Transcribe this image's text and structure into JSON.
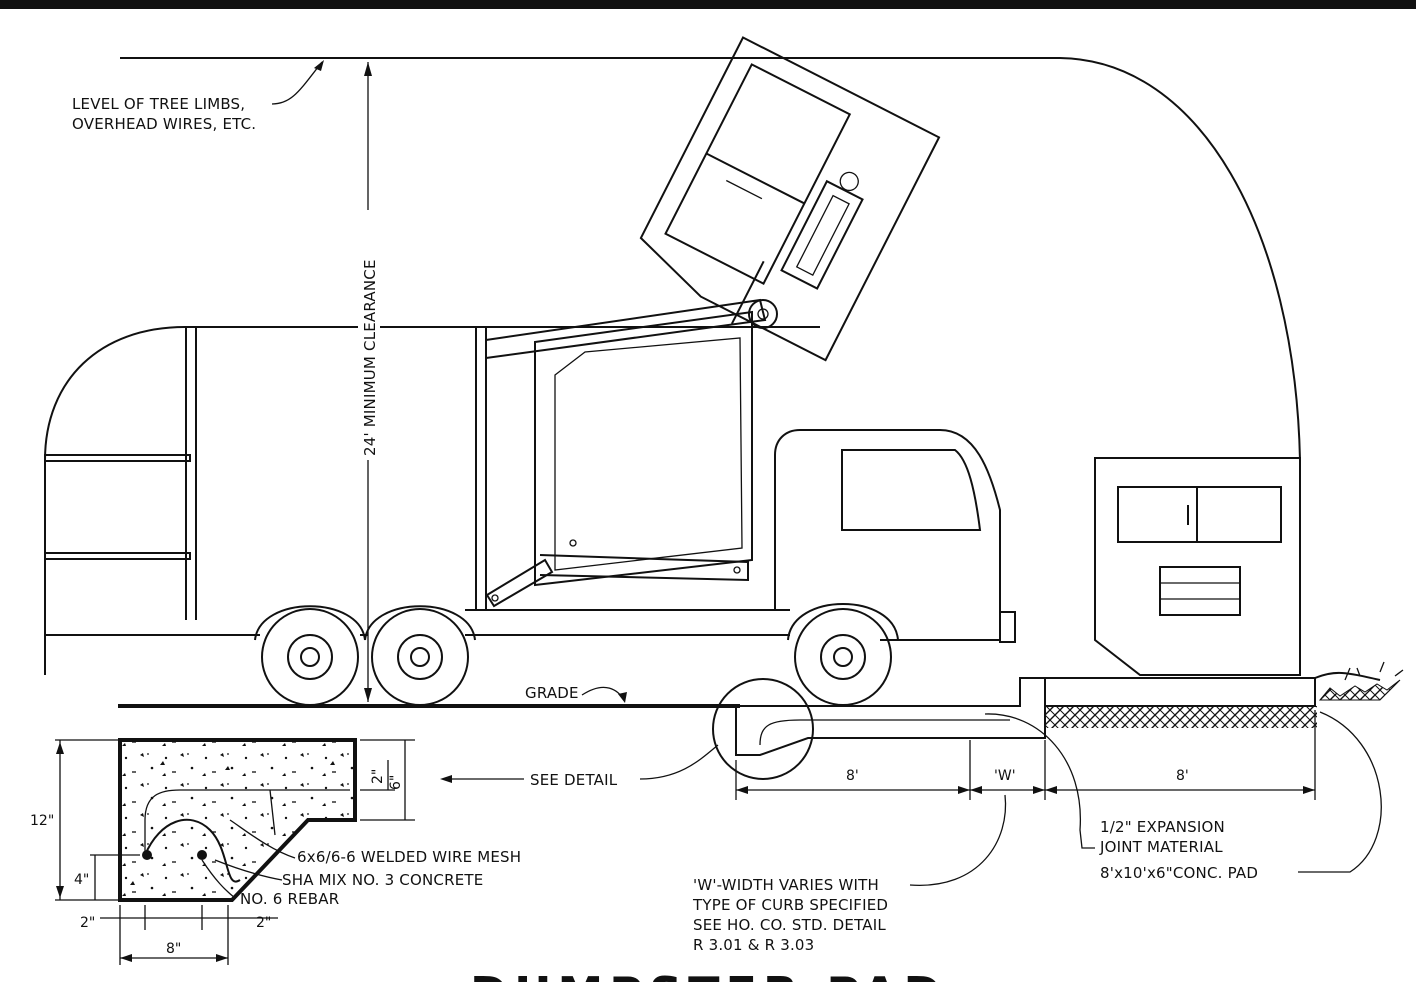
{
  "labels": {
    "tree_limbs_line1": "LEVEL OF TREE LIMBS,",
    "tree_limbs_line2": "OVERHEAD WIRES, ETC.",
    "clearance": "24' MINIMUM CLEARANCE",
    "grade": "GRADE",
    "see_detail": "SEE DETAIL",
    "wire_mesh": "6x6/6-6 WELDED WIRE MESH",
    "concrete": "SHA MIX NO. 3 CONCRETE",
    "rebar": "NO. 6 REBAR",
    "expansion_line1": "1/2\" EXPANSION",
    "expansion_line2": "JOINT MATERIAL",
    "conc_pad": "8'x10'x6\"CONC. PAD",
    "w_note_line1": "'W'-WIDTH VARIES WITH",
    "w_note_line2": "TYPE OF CURB SPECIFIED",
    "w_note_line3": "SEE HO. CO. STD. DETAIL",
    "w_note_line4": "R 3.01 & R 3.03"
  },
  "dimensions": {
    "pad_left": "8'",
    "w": "'W'",
    "pad_right": "8'",
    "detail_height": "12\"",
    "detail_top": "2\"",
    "detail_six": "6\"",
    "detail_four": "4\"",
    "detail_left": "2\"",
    "detail_right": "2\"",
    "detail_width": "8\""
  },
  "title": "DUMPSTER PAD"
}
